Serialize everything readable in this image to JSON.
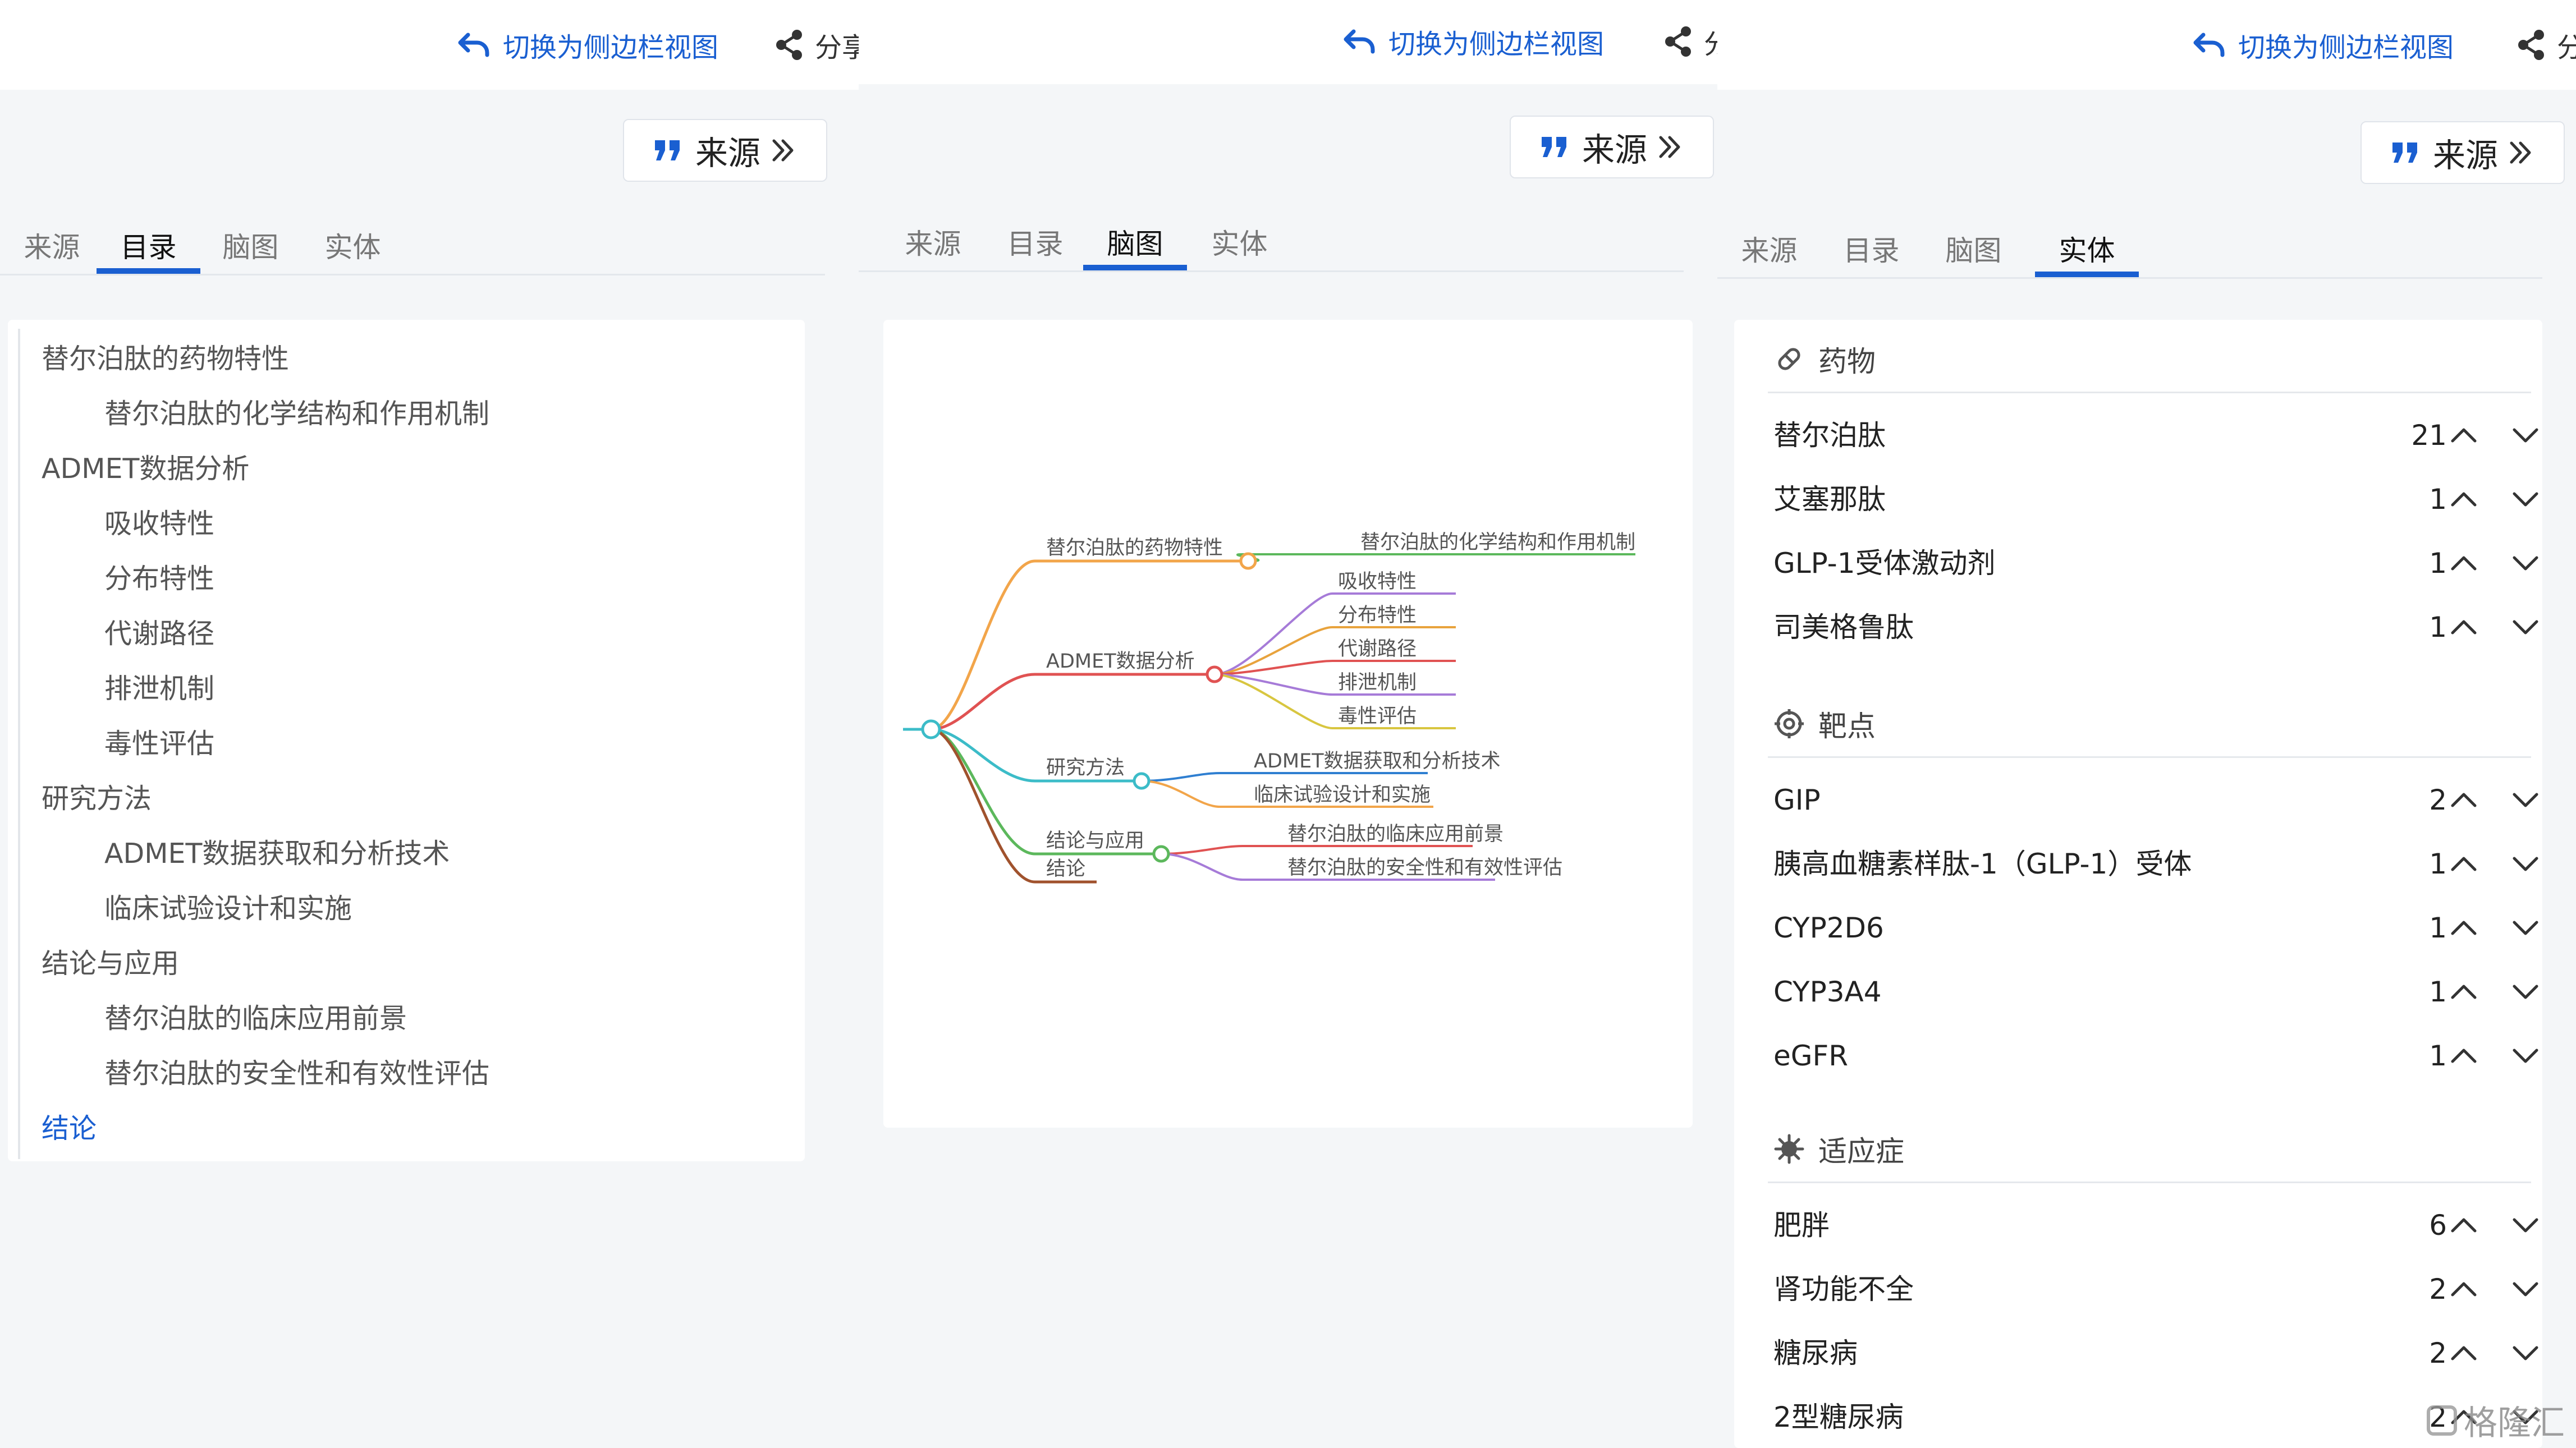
{
  "header": {
    "switch_label": "切换为侧边栏视图",
    "share_label": "分享",
    "source_label": "来源"
  },
  "tabs": [
    "来源",
    "目录",
    "脑图",
    "实体"
  ],
  "toc": [
    {
      "label": "替尔泊肽的药物特性",
      "level": 1
    },
    {
      "label": "替尔泊肽的化学结构和作用机制",
      "level": 2
    },
    {
      "label": "ADMET数据分析",
      "level": 1
    },
    {
      "label": "吸收特性",
      "level": 2
    },
    {
      "label": "分布特性",
      "level": 2
    },
    {
      "label": "代谢路径",
      "level": 2
    },
    {
      "label": "排泄机制",
      "level": 2
    },
    {
      "label": "毒性评估",
      "level": 2
    },
    {
      "label": "研究方法",
      "level": 1
    },
    {
      "label": "ADMET数据获取和分析技术",
      "level": 2
    },
    {
      "label": "临床试验设计和实施",
      "level": 2
    },
    {
      "label": "结论与应用",
      "level": 1
    },
    {
      "label": "替尔泊肽的临床应用前景",
      "level": 2
    },
    {
      "label": "替尔泊肽的安全性和有效性评估",
      "level": 2
    },
    {
      "label": "结论",
      "level": 1,
      "active": true
    }
  ],
  "mindmap": {
    "branches": [
      {
        "label": "替尔泊肽的药物特性",
        "color": "#f2a54a",
        "children": [
          {
            "label": "替尔泊肽的化学结构和作用机制",
            "color": "#5cb85c"
          }
        ]
      },
      {
        "label": "ADMET数据分析",
        "color": "#e05252",
        "children": [
          {
            "label": "吸收特性",
            "color": "#a67bd8"
          },
          {
            "label": "分布特性",
            "color": "#e8a33d"
          },
          {
            "label": "代谢路径",
            "color": "#e05252"
          },
          {
            "label": "排泄机制",
            "color": "#a67bd8"
          },
          {
            "label": "毒性评估",
            "color": "#d8c640"
          }
        ]
      },
      {
        "label": "研究方法",
        "color": "#3cbcc8",
        "children": [
          {
            "label": "ADMET数据获取和分析技术",
            "color": "#2f7fd1"
          },
          {
            "label": "临床试验设计和实施",
            "color": "#f2a54a"
          }
        ]
      },
      {
        "label": "结论与应用",
        "color": "#5cb85c",
        "children": [
          {
            "label": "替尔泊肽的临床应用前景",
            "color": "#e05252"
          },
          {
            "label": "替尔泊肽的安全性和有效性评估",
            "color": "#a67bd8"
          }
        ]
      },
      {
        "label": "结论",
        "color": "#a0522d",
        "children": []
      }
    ]
  },
  "entities": [
    {
      "title": "药物",
      "icon": "pill-icon",
      "items": [
        {
          "name": "替尔泊肽",
          "count": "21"
        },
        {
          "name": "艾塞那肽",
          "count": "1"
        },
        {
          "name": "GLP-1受体激动剂",
          "count": "1"
        },
        {
          "name": "司美格鲁肽",
          "count": "1"
        }
      ]
    },
    {
      "title": "靶点",
      "icon": "target-icon",
      "items": [
        {
          "name": "GIP",
          "count": "2"
        },
        {
          "name": "胰高血糖素样肽-1（GLP-1）受体",
          "count": "1"
        },
        {
          "name": "CYP2D6",
          "count": "1"
        },
        {
          "name": "CYP3A4",
          "count": "1"
        },
        {
          "name": "eGFR",
          "count": "1"
        }
      ]
    },
    {
      "title": "适应症",
      "icon": "virus-icon",
      "items": [
        {
          "name": "肥胖",
          "count": "6"
        },
        {
          "name": "肾功能不全",
          "count": "2"
        },
        {
          "name": "糖尿病",
          "count": "2"
        },
        {
          "name": "2型糖尿病",
          "count": "2"
        }
      ]
    }
  ],
  "watermark": "格隆汇",
  "colors": {
    "accent": "#1a5fd1"
  }
}
